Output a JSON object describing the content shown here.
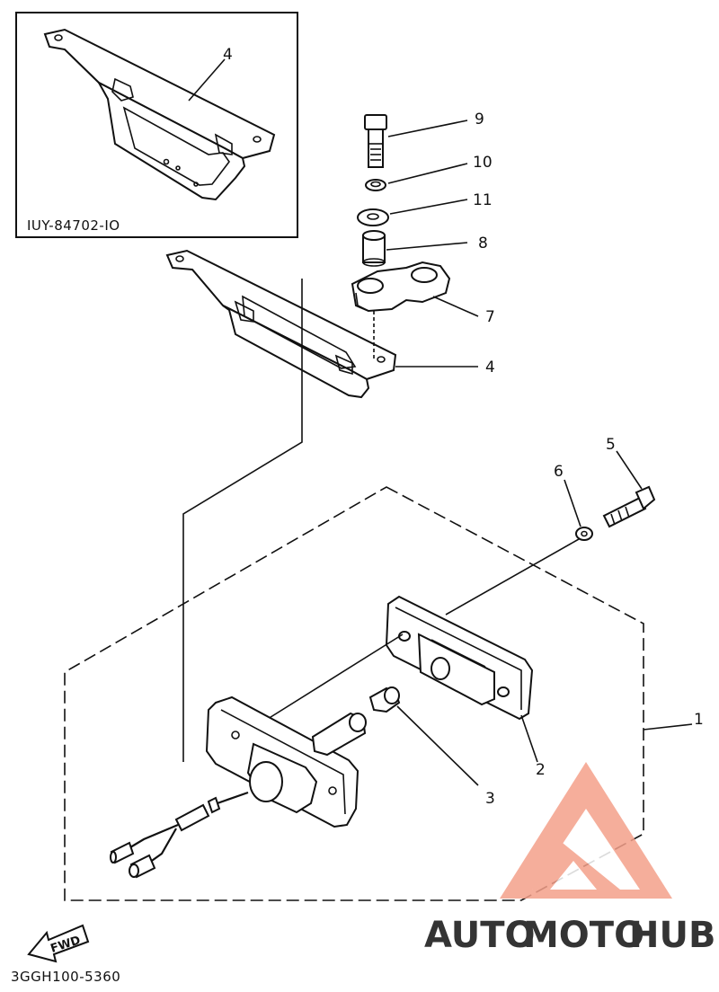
{
  "inset": {
    "part_code": "IUY-84702-IO",
    "callout": "4"
  },
  "callouts": {
    "c1": "1",
    "c2": "2",
    "c3": "3",
    "c4": "4",
    "c5": "5",
    "c6": "6",
    "c7": "7",
    "c8": "8",
    "c9": "9",
    "c10": "10",
    "c11": "11"
  },
  "footer": {
    "fwd_label": "FWD",
    "diagram_code": "3GGH100-5360"
  },
  "watermark": {
    "text_auto": "AUTO",
    "text_moto": "MOTO",
    "text_hub": "HUB",
    "color_main": "#f4a08a",
    "color_hub": "#8f8f8f"
  }
}
